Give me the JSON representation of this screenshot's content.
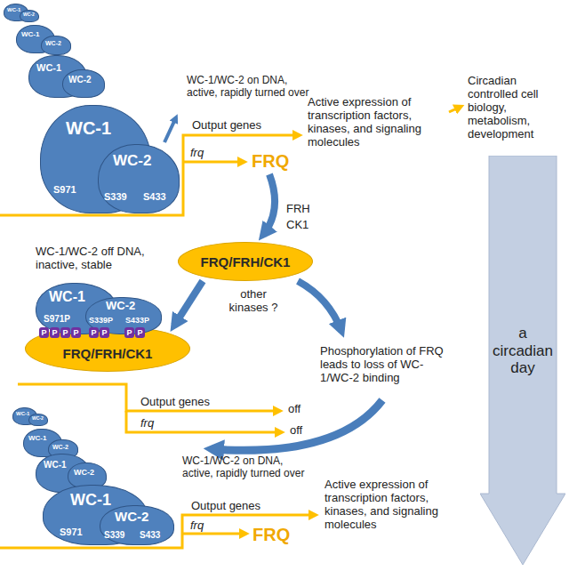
{
  "diagram": {
    "nodes": [
      {
        "text": [
          "WC-1"
        ]
      },
      {
        "text": [
          "WC-2"
        ]
      },
      {
        "text": [
          "WC-1"
        ]
      },
      {
        "text": [
          "WC-2"
        ]
      },
      {
        "text": [
          "WC-1"
        ]
      },
      {
        "text": [
          "WC-2"
        ]
      },
      {
        "text": [
          "WC-1",
          "S971"
        ]
      },
      {
        "text": [
          "WC-2",
          "S339",
          "S433"
        ]
      },
      {
        "text": [
          "FRQ/FRH/CK1"
        ]
      },
      {
        "text": [
          "WC-1",
          "S971P"
        ]
      },
      {
        "text": [
          "WC-2",
          "S339P",
          "S433P"
        ]
      },
      {
        "text": [
          "FRQ/FRH/CK1"
        ]
      },
      {
        "text": [
          "WC-1"
        ]
      },
      {
        "text": [
          "WC-2"
        ]
      },
      {
        "text": [
          "WC-1"
        ]
      },
      {
        "text": [
          "WC-2"
        ]
      },
      {
        "text": [
          "WC-1"
        ]
      },
      {
        "text": [
          "WC-2"
        ]
      },
      {
        "text": [
          "WC-1",
          "S971"
        ]
      },
      {
        "text": [
          "WC-2",
          "S339",
          "S433"
        ]
      },
      {
        "text": [
          "a circadian day"
        ]
      }
    ],
    "edges": [
      {
        "from": 8,
        "to": 11,
        "arrow": "to"
      }
    ],
    "labels": [
      "WC-1/WC-2 on DNA, active, rapidly turned over",
      "Output genes",
      "frq",
      "FRQ",
      "Active expression of transcription factors, kinases, and signaling molecules",
      "Circadian controlled cell biology, metabolism, development",
      "FRH",
      "CK1",
      "WC-1/WC-2 off DNA, inactive, stable",
      "other kinases ?",
      "P",
      "P",
      "P",
      "P",
      "P",
      "P",
      "P",
      "P",
      "Output genes",
      "off",
      "frq",
      "off",
      "Phosphorylation of FRQ leads to loss of WC-1/WC-2 binding",
      "WC-1/WC-2 on DNA, active, rapidly turned over",
      "Output genes",
      "frq",
      "FRQ",
      "Active expression of transcription factors, kinases, and signaling molecules"
    ]
  }
}
